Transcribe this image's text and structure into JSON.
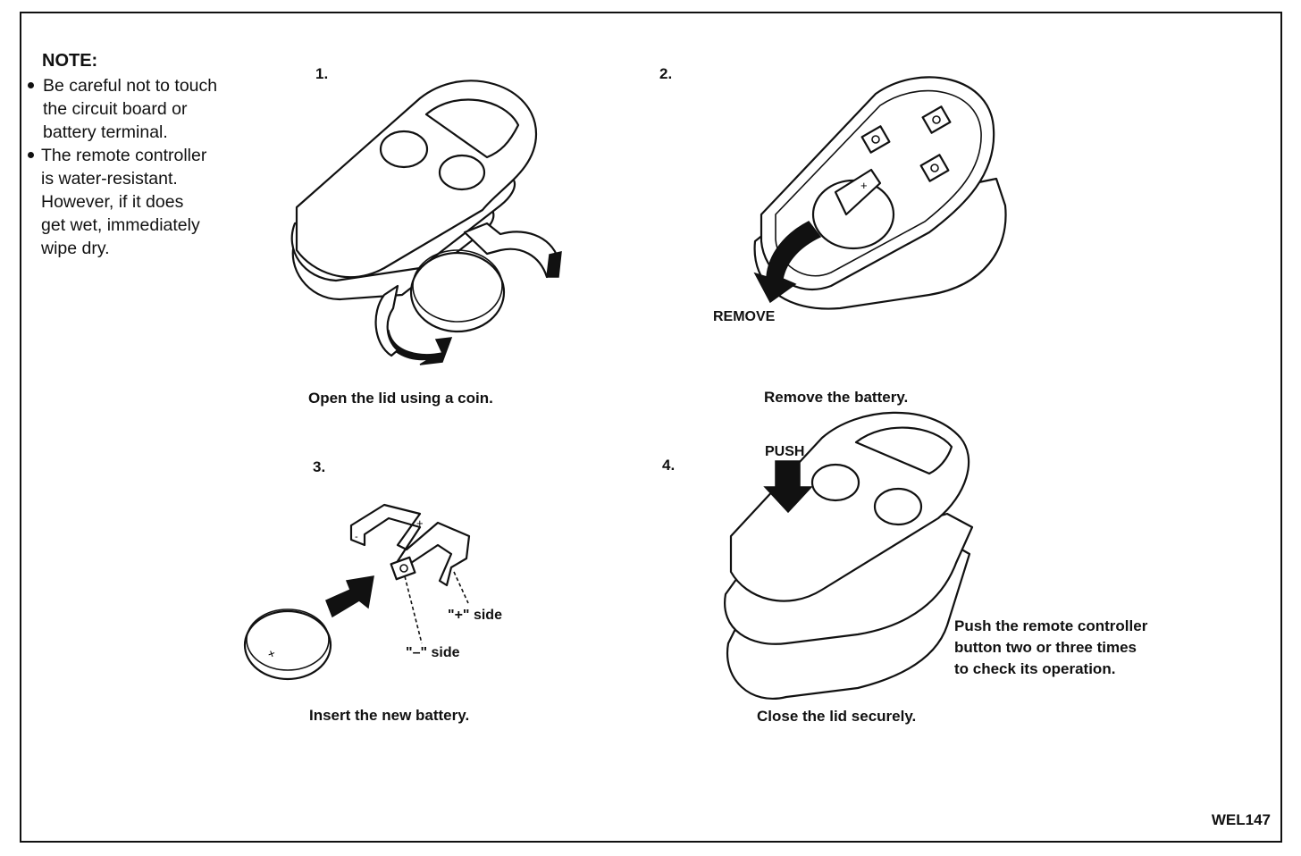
{
  "note": {
    "title": "NOTE:",
    "items": [
      [
        "Be careful not to touch",
        "the circuit board or",
        "battery terminal."
      ],
      [
        "The remote controller",
        "is water-resistant.",
        "However, if it does",
        "get wet, immediately",
        "wipe dry."
      ]
    ]
  },
  "steps": [
    {
      "number": "1.",
      "caption": "Open the lid using a coin."
    },
    {
      "number": "2.",
      "caption": "Remove the battery.",
      "label": "REMOVE"
    },
    {
      "number": "3.",
      "caption": "Insert the new battery.",
      "labels": [
        "\"+\" side",
        "\"–\" side"
      ]
    },
    {
      "number": "4.",
      "caption": "Close the lid securely.",
      "label": "PUSH",
      "side_text": [
        "Push the remote controller",
        "button two or three times",
        "to check its operation."
      ]
    }
  ],
  "figure_code": "WEL147",
  "icons": {
    "bullet": "bullet-dot",
    "arrow": "curved-arrow",
    "push": "down-arrow"
  }
}
